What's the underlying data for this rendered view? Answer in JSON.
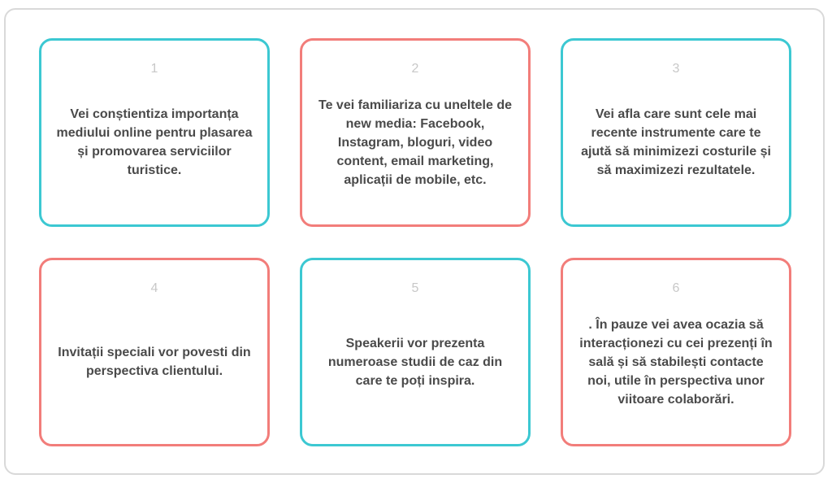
{
  "colors": {
    "teal": "#3cc8d2",
    "coral": "#f27d7a",
    "number": "#c8c8c8",
    "text": "#4a4a4a"
  },
  "cards": [
    {
      "number": "1",
      "text": "Vei conștientiza importanța mediului online pentru plasarea și promovarea serviciilor turistice."
    },
    {
      "number": "2",
      "text": "Te vei familiariza cu uneltele de new media: Facebook, Instagram, bloguri, video content, email marketing, aplicații de mobile, etc."
    },
    {
      "number": "3",
      "text": "Vei afla care sunt cele mai recente instrumente care te ajută să minimizezi costurile și să maximizezi rezultatele."
    },
    {
      "number": "4",
      "text": "Invitații speciali vor povesti din perspectiva clientului."
    },
    {
      "number": "5",
      "text": "Speakerii vor prezenta numeroase studii de caz din care te poți inspira."
    },
    {
      "number": "6",
      "text": ". În pauze vei avea ocazia să interacționezi cu cei prezenți în sală și să stabilești contacte noi, utile în perspectiva unor viitoare colaborări."
    }
  ]
}
